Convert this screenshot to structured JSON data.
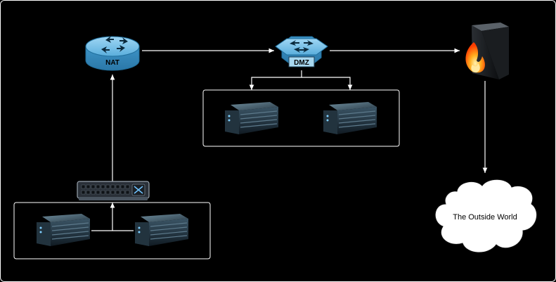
{
  "nodes": {
    "nat": {
      "label": "NAT",
      "icon": "router-icon"
    },
    "dmz": {
      "label": "DMZ",
      "icon": "layer3-switch-icon"
    },
    "firewall": {
      "icon": "firewall-icon"
    },
    "switch": {
      "icon": "network-switch-icon"
    },
    "cloud": {
      "label": "The Outside World",
      "icon": "cloud-icon"
    },
    "servers": [
      {
        "group": "dmz",
        "icon": "server-icon"
      },
      {
        "group": "dmz",
        "icon": "server-icon"
      },
      {
        "group": "internal",
        "icon": "server-icon"
      },
      {
        "group": "internal",
        "icon": "server-icon"
      }
    ]
  },
  "colors": {
    "background": "#000000",
    "line": "#ffffff",
    "router_fill": "#5aaedc",
    "router_stroke": "#1f6e9c",
    "server_body": "#1e2f3a",
    "flame": "#ff6a00"
  }
}
